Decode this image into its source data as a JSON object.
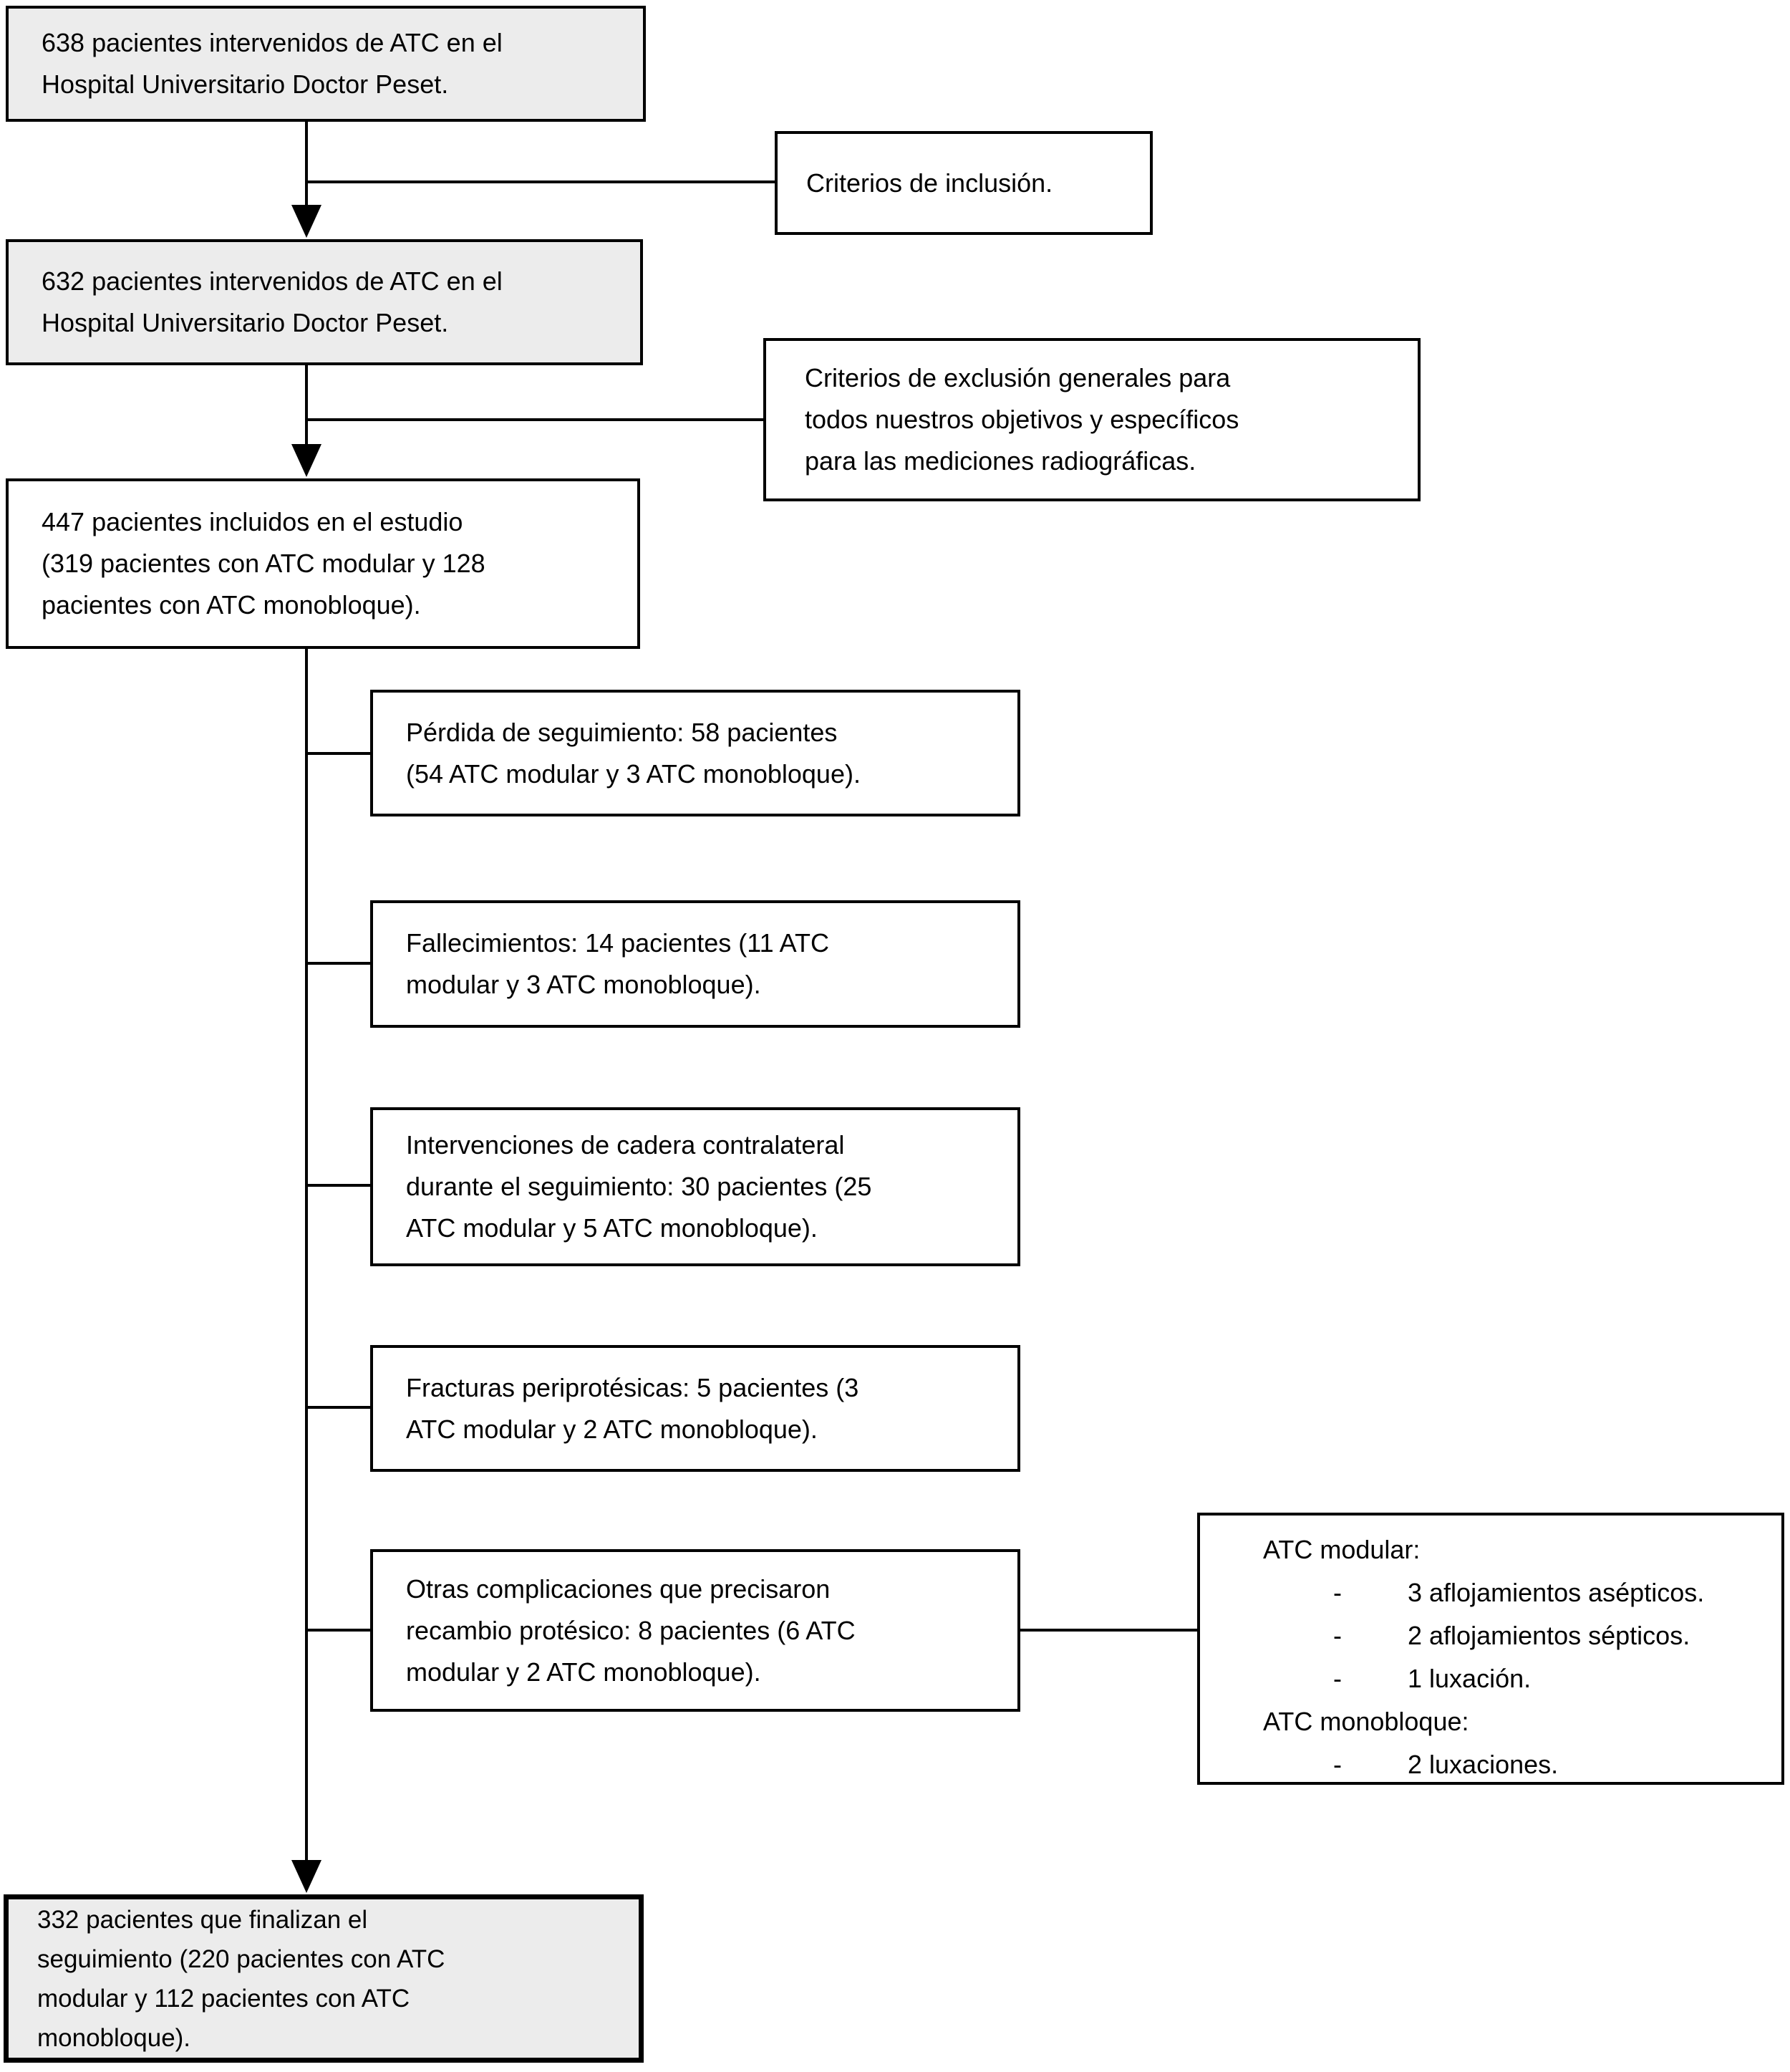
{
  "diagram": {
    "type": "flowchart",
    "language": "es",
    "colors": {
      "box_fill_gray": "#ececec",
      "box_fill_white": "#ffffff",
      "border": "#000000",
      "background": "#ffffff"
    },
    "boxes": {
      "patients_638": {
        "text": "638 pacientes intervenidos de ATC en el\nHospital Universitario Doctor Peset."
      },
      "inclusion": {
        "text": "Criterios de inclusión."
      },
      "patients_632": {
        "text": "632 pacientes intervenidos de ATC en el\nHospital Universitario Doctor Peset."
      },
      "exclusion": {
        "text": "Criterios de exclusión generales para\ntodos nuestros objetivos y específicos\npara las mediciones radiográficas."
      },
      "included_447": {
        "text": "447 pacientes incluidos en el estudio\n(319 pacientes con ATC modular y 128\npacientes con ATC monobloque)."
      },
      "lost_followup": {
        "text": "Pérdida de seguimiento: 58 pacientes\n(54 ATC modular y 3 ATC monobloque)."
      },
      "deaths": {
        "text": "Fallecimientos: 14 pacientes (11 ATC\nmodular y 3 ATC monobloque)."
      },
      "contralateral": {
        "text": "Intervenciones de cadera contralateral\ndurante el seguimiento: 30 pacientes (25\nATC modular y 5 ATC monobloque)."
      },
      "fractures": {
        "text": "Fracturas periprotésicas: 5 pacientes (3\nATC modular y 2 ATC monobloque)."
      },
      "other_complications": {
        "text": "Otras complicaciones que precisaron\nrecambio protésico: 8 pacientes (6 ATC\nmodular y 2 ATC monobloque)."
      },
      "detail": {
        "dash": "-",
        "heading_modular": "ATC modular:",
        "modular_items": [
          "3 aflojamientos asépticos.",
          "2 aflojamientos sépticos.",
          "1 luxación."
        ],
        "heading_monobloque": "ATC monobloque:",
        "monobloque_items": [
          "2 luxaciones."
        ]
      },
      "final_332": {
        "text": "332 pacientes que finalizan el\nseguimiento (220 pacientes con ATC\nmodular y 112 pacientes con ATC\nmonobloque)."
      }
    }
  }
}
